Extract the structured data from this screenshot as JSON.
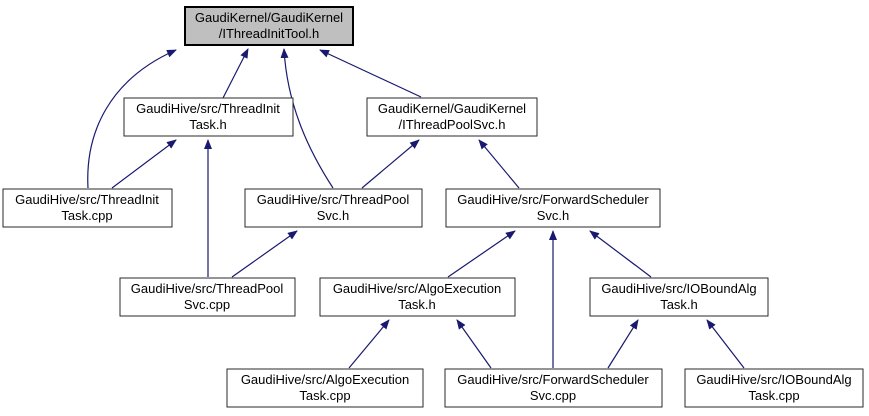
{
  "diagram": {
    "type": "include-dependency-graph",
    "root_file": "GaudiKernel/GaudiKernel/IThreadInitTool.h",
    "colors": {
      "edge": "#191970",
      "root_node_fill": "#bfbfbf",
      "node_fill": "#ffffff",
      "node_border": "#2a2a2a",
      "background": "#ffffff"
    },
    "nodes": [
      {
        "id": "ithreadinittool-h",
        "label": "GaudiKernel/GaudiKernel/IThreadInitTool.h",
        "line1": "GaudiKernel/GaudiKernel",
        "line2": "/IThreadInitTool.h",
        "highlighted": true
      },
      {
        "id": "threadinittask-h",
        "label": "GaudiHive/src/ThreadInitTask.h",
        "line1": "GaudiHive/src/ThreadInit",
        "line2": "Task.h",
        "highlighted": false
      },
      {
        "id": "ithreadpoolsvc-h",
        "label": "GaudiKernel/GaudiKernel/IThreadPoolSvc.h",
        "line1": "GaudiKernel/GaudiKernel",
        "line2": "/IThreadPoolSvc.h",
        "highlighted": false
      },
      {
        "id": "threadinittask-cpp",
        "label": "GaudiHive/src/ThreadInitTask.cpp",
        "line1": "GaudiHive/src/ThreadInit",
        "line2": "Task.cpp",
        "highlighted": false
      },
      {
        "id": "threadpoolsvc-h",
        "label": "GaudiHive/src/ThreadPoolSvc.h",
        "line1": "GaudiHive/src/ThreadPool",
        "line2": "Svc.h",
        "highlighted": false
      },
      {
        "id": "forwardschedulersvc-h",
        "label": "GaudiHive/src/ForwardSchedulerSvc.h",
        "line1": "GaudiHive/src/ForwardScheduler",
        "line2": "Svc.h",
        "highlighted": false
      },
      {
        "id": "threadpoolsvc-cpp",
        "label": "GaudiHive/src/ThreadPoolSvc.cpp",
        "line1": "GaudiHive/src/ThreadPool",
        "line2": "Svc.cpp",
        "highlighted": false
      },
      {
        "id": "algoexecutiontask-h",
        "label": "GaudiHive/src/AlgoExecutionTask.h",
        "line1": "GaudiHive/src/AlgoExecution",
        "line2": "Task.h",
        "highlighted": false
      },
      {
        "id": "ioboundalgtask-h",
        "label": "GaudiHive/src/IOBoundAlgTask.h",
        "line1": "GaudiHive/src/IOBoundAlg",
        "line2": "Task.h",
        "highlighted": false
      },
      {
        "id": "algoexecutiontask-cpp",
        "label": "GaudiHive/src/AlgoExecutionTask.cpp",
        "line1": "GaudiHive/src/AlgoExecution",
        "line2": "Task.cpp",
        "highlighted": false
      },
      {
        "id": "forwardschedulersvc-cpp",
        "label": "GaudiHive/src/ForwardSchedulerSvc.cpp",
        "line1": "GaudiHive/src/ForwardScheduler",
        "line2": "Svc.cpp",
        "highlighted": false
      },
      {
        "id": "ioboundalgtask-cpp",
        "label": "GaudiHive/src/IOBoundAlgTask.cpp",
        "line1": "GaudiHive/src/IOBoundAlg",
        "line2": "Task.cpp",
        "highlighted": false
      }
    ],
    "edges": [
      {
        "from": "threadinittask-cpp",
        "to": "ithreadinittool-h"
      },
      {
        "from": "threadinittask-h",
        "to": "ithreadinittool-h"
      },
      {
        "from": "threadpoolsvc-h",
        "to": "ithreadinittool-h"
      },
      {
        "from": "ithreadpoolsvc-h",
        "to": "ithreadinittool-h"
      },
      {
        "from": "threadinittask-cpp",
        "to": "threadinittask-h"
      },
      {
        "from": "threadpoolsvc-cpp",
        "to": "threadinittask-h"
      },
      {
        "from": "threadpoolsvc-h",
        "to": "ithreadpoolsvc-h"
      },
      {
        "from": "forwardschedulersvc-h",
        "to": "ithreadpoolsvc-h"
      },
      {
        "from": "threadpoolsvc-cpp",
        "to": "threadpoolsvc-h"
      },
      {
        "from": "algoexecutiontask-h",
        "to": "forwardschedulersvc-h"
      },
      {
        "from": "forwardschedulersvc-cpp",
        "to": "forwardschedulersvc-h"
      },
      {
        "from": "ioboundalgtask-h",
        "to": "forwardschedulersvc-h"
      },
      {
        "from": "algoexecutiontask-cpp",
        "to": "algoexecutiontask-h"
      },
      {
        "from": "forwardschedulersvc-cpp",
        "to": "algoexecutiontask-h"
      },
      {
        "from": "forwardschedulersvc-cpp",
        "to": "ioboundalgtask-h"
      },
      {
        "from": "ioboundalgtask-cpp",
        "to": "ioboundalgtask-h"
      }
    ]
  }
}
